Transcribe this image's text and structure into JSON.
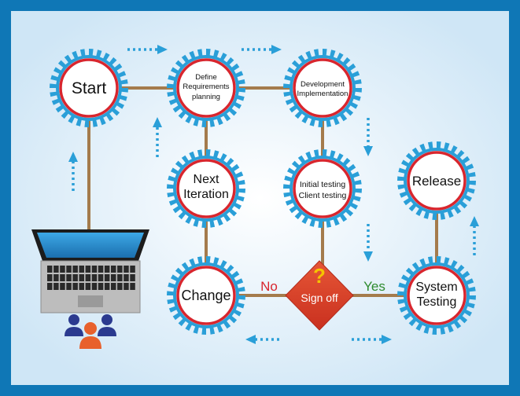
{
  "nodes": {
    "start": {
      "label": "Start"
    },
    "define": {
      "lines": [
        "Define",
        "Requirements",
        "planning"
      ]
    },
    "development": {
      "lines": [
        "Development",
        "Implementation"
      ]
    },
    "next": {
      "lines": [
        "Next",
        "Iteration"
      ]
    },
    "initial": {
      "lines": [
        "Initial testing",
        "Client testing"
      ]
    },
    "change": {
      "label": "Change"
    },
    "release": {
      "label": "Release"
    },
    "system": {
      "lines": [
        "System",
        "Testing"
      ]
    }
  },
  "decision": {
    "symbol": "?",
    "label": "Sign off"
  },
  "branches": {
    "no": "No",
    "yes": "Yes"
  },
  "colors": {
    "background": "#0f77b6",
    "panel": "#e8f3fb",
    "gear": "#2a9fd8",
    "ring": "#d8262e",
    "connector": "#a47b4c",
    "decision": "#d8412b",
    "decision_mark": "#f5c400",
    "no": "#d8262e",
    "yes": "#2e8b2e",
    "arrow": "#2a9fd8"
  },
  "icons": [
    "laptop-icon",
    "team-icon",
    "question-mark-icon"
  ]
}
